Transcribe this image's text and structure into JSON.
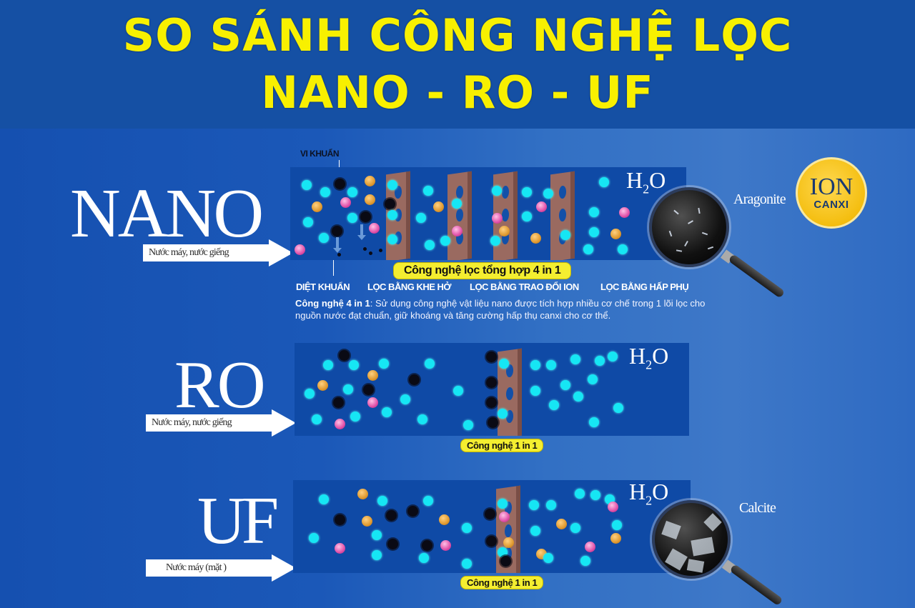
{
  "header": {
    "title_line1": "SO SÁNH CÔNG NGHỆ LỌC",
    "title_line2": "NANO - RO - UF",
    "title_color": "#f8f000",
    "background": "#1550a4"
  },
  "sections": [
    {
      "id": "nano",
      "name": "NANO",
      "input_label": "Nước máy, nước giếng",
      "output_label": "H2O",
      "top_annotation": "VI KHUẨN",
      "tech_pill": "Công nghệ lọc tổng hợp 4 in 1",
      "stage_labels": [
        "DIỆT KHUẨN",
        "LỌC BẰNG KHE HỞ",
        "LỌC BẰNG TRAO ĐỔI ION",
        "LỌC BẰNG HẤP PHỤ"
      ],
      "description_bold": "Công nghệ 4 in 1",
      "description_text": ": Sử dụng công nghệ vật liệu nano được tích hợp nhiều cơ chế trong 1 lõi lọc cho nguồn nước đạt chuẩn, giữ khoáng và tăng cường hấp thụ canxi cho cơ thể.",
      "crystal_label": "Aragonite",
      "badge": {
        "line1": "ION",
        "line2": "CANXI"
      },
      "membranes": 4
    },
    {
      "id": "ro",
      "name": "RO",
      "input_label": "Nước máy, nước giếng",
      "output_label": "H2O",
      "tech_pill": "Công nghệ 1 in 1",
      "membranes": 1
    },
    {
      "id": "uf",
      "name": "UF",
      "input_label": "Nước máy (mặt )",
      "output_label": "H2O",
      "tech_pill": "Công nghệ 1 in 1",
      "crystal_label": "Calcite",
      "membranes": 1
    }
  ],
  "legend_colors": {
    "water_molecule": "#16e6f4",
    "mineral_orange": "#e09a30",
    "mineral_pink": "#e050a8",
    "bacteria": "#0a0a14",
    "membrane": "#9a6a60",
    "panel": "#0f4aa6"
  }
}
